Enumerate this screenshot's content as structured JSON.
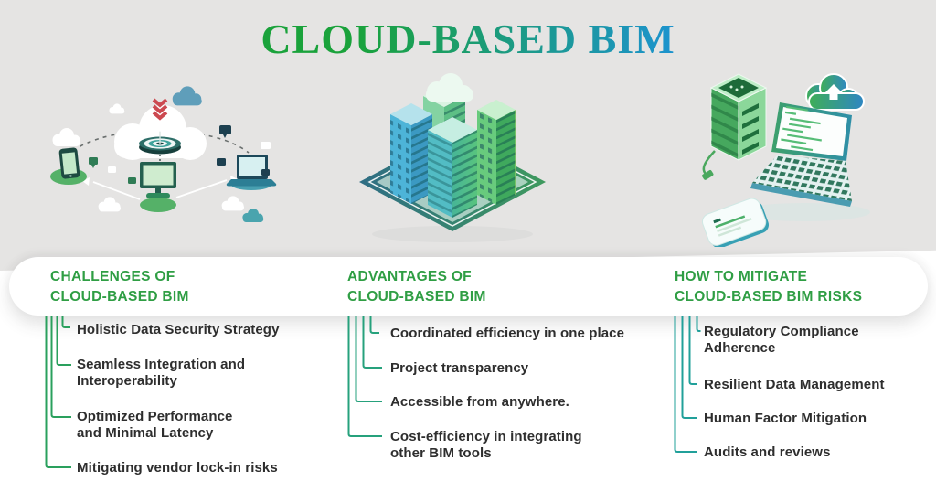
{
  "title": "CLOUD-BASED BIM",
  "columns": [
    {
      "id": "challenges",
      "header": "CHALLENGES OF\nCLOUD-BASED BIM",
      "items": [
        "Holistic Data Security Strategy",
        "Seamless Integration and\nInteroperability",
        "Optimized Performance\nand Minimal Latency",
        "Mitigating vendor lock-in risks"
      ]
    },
    {
      "id": "advantages",
      "header": "ADVANTAGES OF\nCLOUD-BASED BIM",
      "items": [
        "Coordinated efficiency in one place",
        "Project transparency",
        "Accessible from anywhere.",
        "Cost-efficiency in integrating\nother BIM tools"
      ]
    },
    {
      "id": "mitigation",
      "header": "HOW TO MITIGATE\nCLOUD-BASED BIM RISKS",
      "items": [
        "Regulatory Compliance\nAdherence",
        "Resilient Data Management",
        "Human Factor Mitigation",
        "Audits and reviews"
      ]
    }
  ],
  "illustrations": {
    "left": "cloud-target-devices-network-icon",
    "middle": "isometric-cloud-buildings-icon",
    "right": "server-laptop-cloud-upload-icon"
  },
  "colors": {
    "background_gray": "#e5e4e3",
    "band_white": "#ffffff",
    "title_green": "#1aa23b",
    "title_blue": "#1d93ce",
    "header_green": "#2f9e44",
    "item_text": "#2e2e2e",
    "bracket_col1": "#2aa05d",
    "bracket_col2": "#26a17c",
    "bracket_col3": "#21a09a"
  }
}
